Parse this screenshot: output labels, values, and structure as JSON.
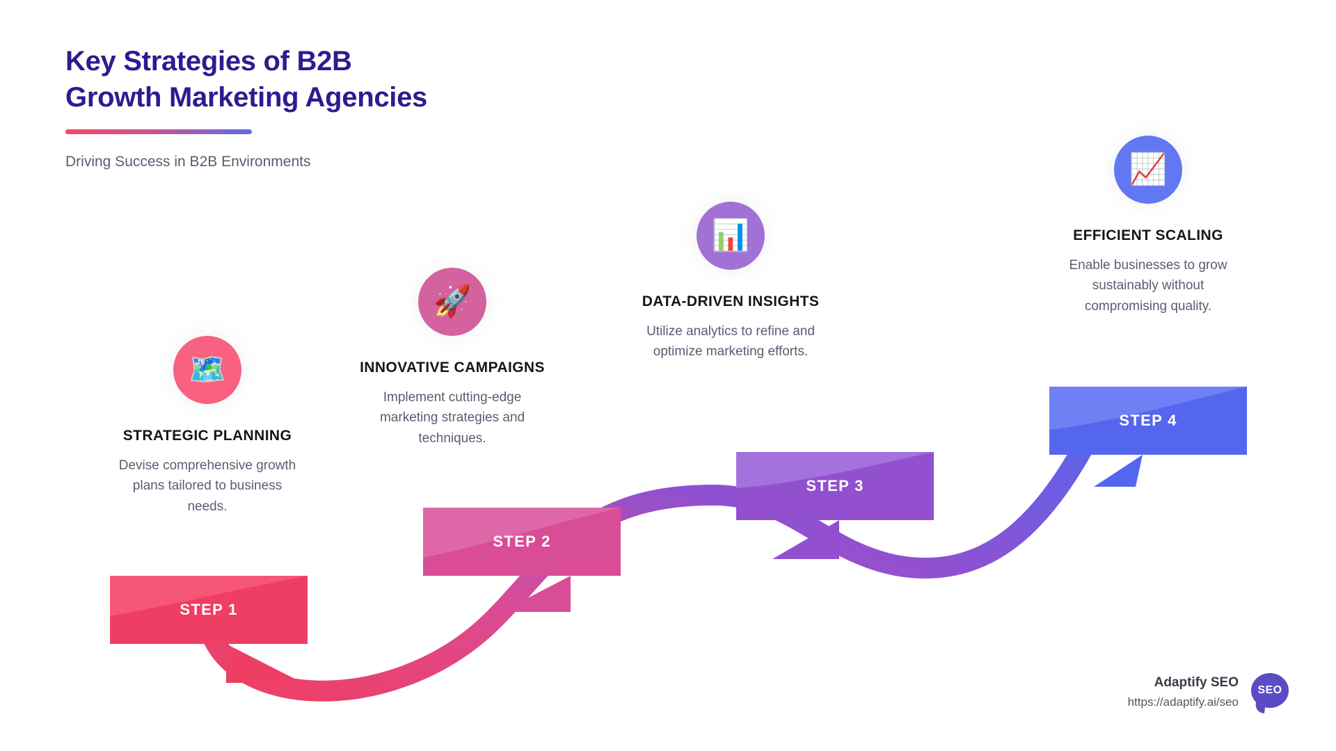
{
  "header": {
    "title_line1": "Key Strategies of B2B",
    "title_line2": "Growth Marketing Agencies",
    "subtitle": "Driving Success in B2B Environments",
    "title_color": "#2d1b91",
    "accent_from": "#f8476c",
    "accent_to": "#5a6ee8"
  },
  "steps": [
    {
      "step_label": "STEP 1",
      "title": "STRATEGIC PLANNING",
      "description": "Devise comprehensive growth plans tailored to business needs.",
      "icon": "world-map-emoji",
      "icon_glyph": "🗺️",
      "circle_color": "#f8617f",
      "box_color": "#ef3e63",
      "box_color_light": "#f8607e"
    },
    {
      "step_label": "STEP 2",
      "title": "INNOVATIVE CAMPAIGNS",
      "description": "Implement cutting-edge marketing strategies and techniques.",
      "icon": "rocket-emoji",
      "icon_glyph": "🚀",
      "circle_color": "#d4629f",
      "box_color": "#d94c96",
      "box_color_light": "#df73ad"
    },
    {
      "step_label": "STEP 3",
      "title": "DATA-DRIVEN INSIGHTS",
      "description": "Utilize analytics to refine and optimize marketing efforts.",
      "icon": "bar-chart-emoji",
      "icon_glyph": "📊",
      "circle_color": "#a271d6",
      "box_color": "#9250cf",
      "box_color_light": "#a97ee0"
    },
    {
      "step_label": "STEP 4",
      "title": "EFFICIENT SCALING",
      "description": "Enable businesses to grow sustainably without compromising quality.",
      "icon": "chart-increasing-emoji",
      "icon_glyph": "📈",
      "circle_color": "#6277f2",
      "box_color": "#5566ee",
      "box_color_light": "#7a8bf7"
    }
  ],
  "footer": {
    "brand_name": "Adaptify SEO",
    "brand_url": "https://adaptify.ai/seo",
    "logo_text": "SEO",
    "logo_color": "#5b4bc4"
  }
}
